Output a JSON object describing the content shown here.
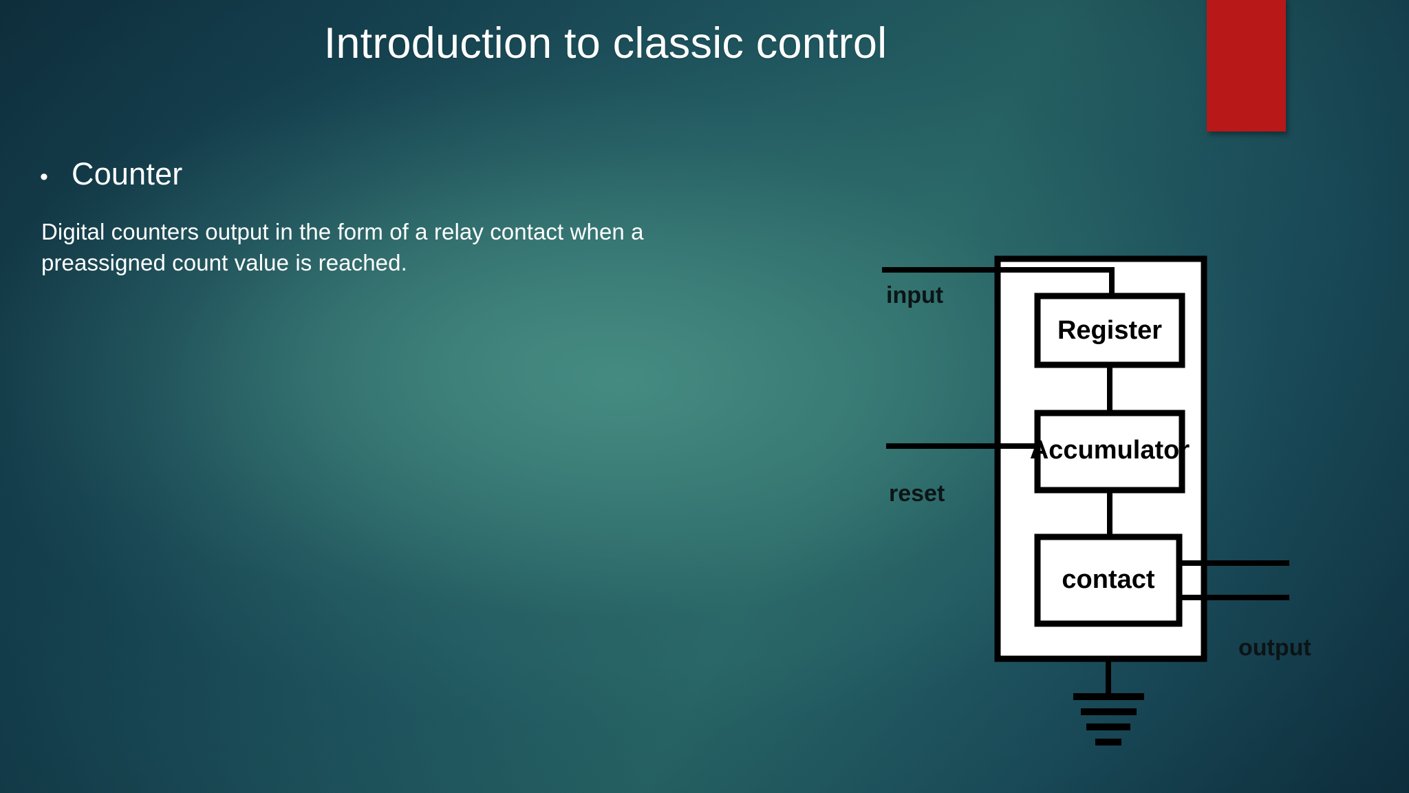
{
  "slide": {
    "title": "Introduction to classic control",
    "accent_color": "#B81818",
    "background_colors": {
      "edge_dark": "#123543",
      "center_glow": "#35706C",
      "bottom_left": "#154352"
    },
    "bullets": [
      {
        "marker": "•",
        "label": "Counter"
      }
    ],
    "paragraph": "Digital counters output in the form of a relay contact when a preassigned count value is reached."
  },
  "diagram": {
    "name": "digital-counter-block-diagram",
    "stroke_color": "#000000",
    "fill_color": "#FFFFFF",
    "blocks": [
      {
        "id": "register",
        "label": "Register"
      },
      {
        "id": "accumulator",
        "label": "Accumulator"
      },
      {
        "id": "contact",
        "label": "contact"
      }
    ],
    "ports": [
      {
        "id": "input",
        "label": "input"
      },
      {
        "id": "reset",
        "label": "reset"
      },
      {
        "id": "output",
        "label": "output"
      }
    ],
    "ground_symbol": "earth-ground"
  }
}
